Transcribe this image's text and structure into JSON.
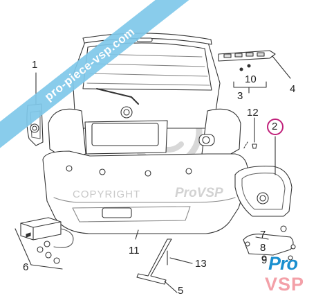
{
  "watermark": {
    "ribbon_text": "pro-piece-vsp.com",
    "copyright_text": "COPYRIGHT",
    "brand_text": "ProVSP"
  },
  "logo": {
    "line1": "Pro",
    "line2": "VSP"
  },
  "callouts": [
    {
      "id": "1",
      "label": "1"
    },
    {
      "id": "2",
      "label": "2",
      "highlighted": true
    },
    {
      "id": "3",
      "label": "3"
    },
    {
      "id": "4",
      "label": "4"
    },
    {
      "id": "5",
      "label": "5"
    },
    {
      "id": "6",
      "label": "6"
    },
    {
      "id": "7",
      "label": "7"
    },
    {
      "id": "8",
      "label": "8"
    },
    {
      "id": "9",
      "label": "9"
    },
    {
      "id": "10",
      "label": "10"
    },
    {
      "id": "11",
      "label": "11"
    },
    {
      "id": "12",
      "label": "12"
    },
    {
      "id": "13",
      "label": "13"
    }
  ],
  "colors": {
    "highlight_circle": "#c0207a",
    "logo_blue": "#1a8fcf",
    "logo_pink": "#f3a0a8",
    "ribbon": "#7fc8ea"
  }
}
